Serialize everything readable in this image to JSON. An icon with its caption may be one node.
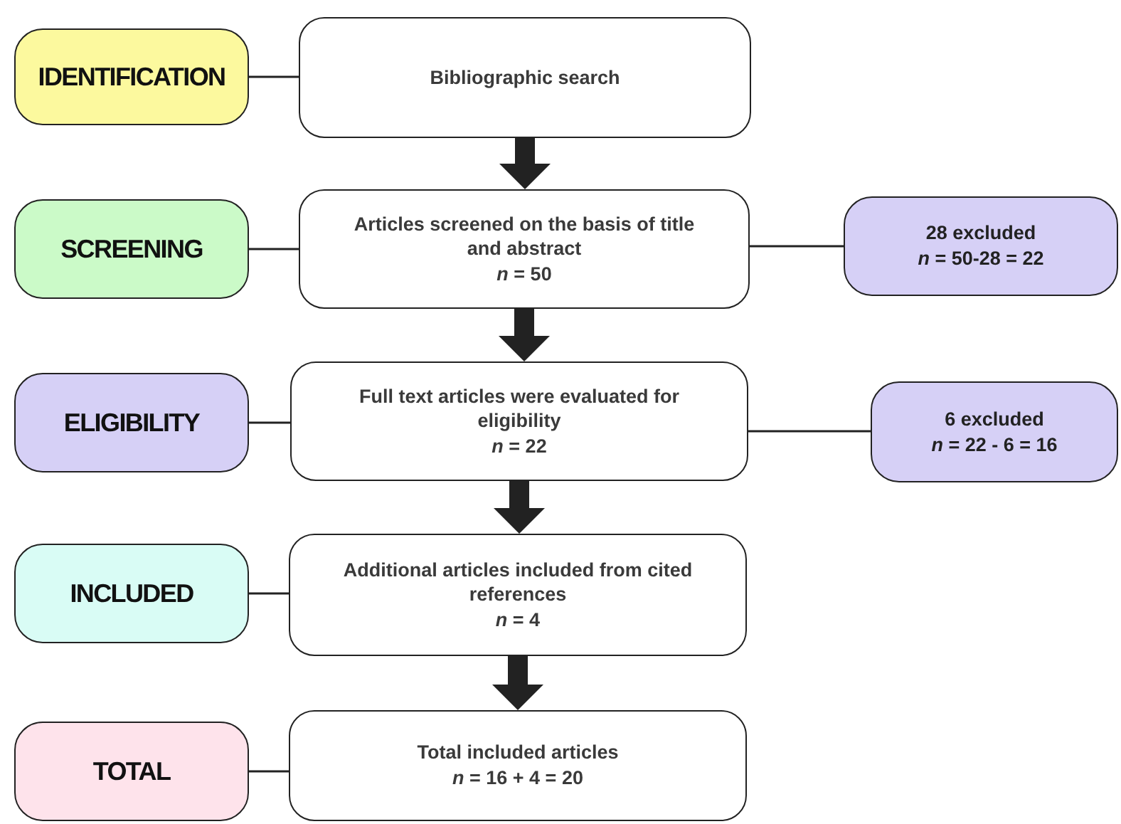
{
  "diagram": {
    "nodes": [
      {
        "text": [
          "IDENTIFICATION"
        ]
      },
      {
        "text": [
          "Bibliographic search"
        ]
      },
      {
        "text": [
          "SCREENING"
        ]
      },
      {
        "text": [
          "Articles screened on the basis of title and abstract",
          "*n* = 50"
        ]
      },
      {
        "text": [
          "28 excluded",
          "*n* = 50-28 = 22"
        ]
      },
      {
        "text": [
          "ELIGIBILITY"
        ]
      },
      {
        "text": [
          "Full text articles were evaluated for eligibility",
          "*n* = 22"
        ]
      },
      {
        "text": [
          "6  excluded",
          "*n* = 22 - 6 = 16"
        ]
      },
      {
        "text": [
          "INCLUDED"
        ]
      },
      {
        "text": [
          "Additional articles included from cited references",
          "*n* = 4"
        ]
      },
      {
        "text": [
          "TOTAL"
        ]
      },
      {
        "text": [
          "Total included articles",
          "*n* = 16 + 4 = 20"
        ]
      }
    ],
    "edges": [
      {
        "from": 0,
        "to": 1,
        "arrow": "none"
      },
      {
        "from": 1,
        "to": 3,
        "arrow": "to",
        "style": "thick"
      },
      {
        "from": 2,
        "to": 3,
        "arrow": "none"
      },
      {
        "from": 3,
        "to": 4,
        "arrow": "none"
      },
      {
        "from": 3,
        "to": 6,
        "arrow": "to",
        "style": "thick"
      },
      {
        "from": 5,
        "to": 6,
        "arrow": "none"
      },
      {
        "from": 6,
        "to": 7,
        "arrow": "none"
      },
      {
        "from": 6,
        "to": 9,
        "arrow": "to",
        "style": "thick"
      },
      {
        "from": 8,
        "to": 9,
        "arrow": "none"
      },
      {
        "from": 9,
        "to": 11,
        "arrow": "to",
        "style": "thick"
      },
      {
        "from": 10,
        "to": 11,
        "arrow": "none"
      }
    ]
  }
}
